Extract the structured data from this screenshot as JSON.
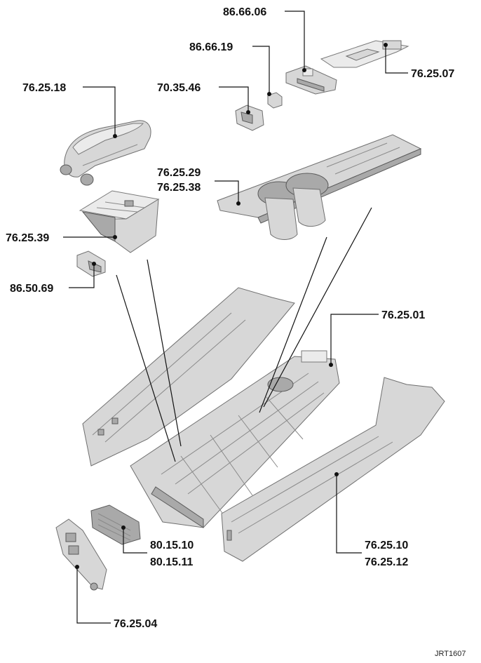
{
  "diagram": {
    "reference_code": "JRT1607",
    "parts": [
      {
        "id": "armrest_lid",
        "labels": [
          "76.25.18"
        ]
      },
      {
        "id": "armrest_bin",
        "labels": [
          "76.25.39"
        ]
      },
      {
        "id": "bin_switch",
        "labels": [
          "86.50.69"
        ]
      },
      {
        "id": "small_module",
        "labels": [
          "70.35.46"
        ]
      },
      {
        "id": "small_connector",
        "labels": [
          "86.66.19"
        ]
      },
      {
        "id": "selector_panel",
        "labels": [
          "86.66.06"
        ]
      },
      {
        "id": "trim_finisher",
        "labels": [
          "76.25.07"
        ]
      },
      {
        "id": "cupholder_panel",
        "labels": [
          "76.25.29",
          "76.25.38"
        ]
      },
      {
        "id": "console_body",
        "labels": [
          "76.25.01"
        ]
      },
      {
        "id": "rear_vent",
        "labels": [
          "80.15.10",
          "80.15.11"
        ]
      },
      {
        "id": "side_panel_rh",
        "labels": [
          "76.25.10",
          "76.25.12"
        ]
      },
      {
        "id": "rear_end_cap",
        "labels": [
          "76.25.04"
        ]
      }
    ]
  }
}
